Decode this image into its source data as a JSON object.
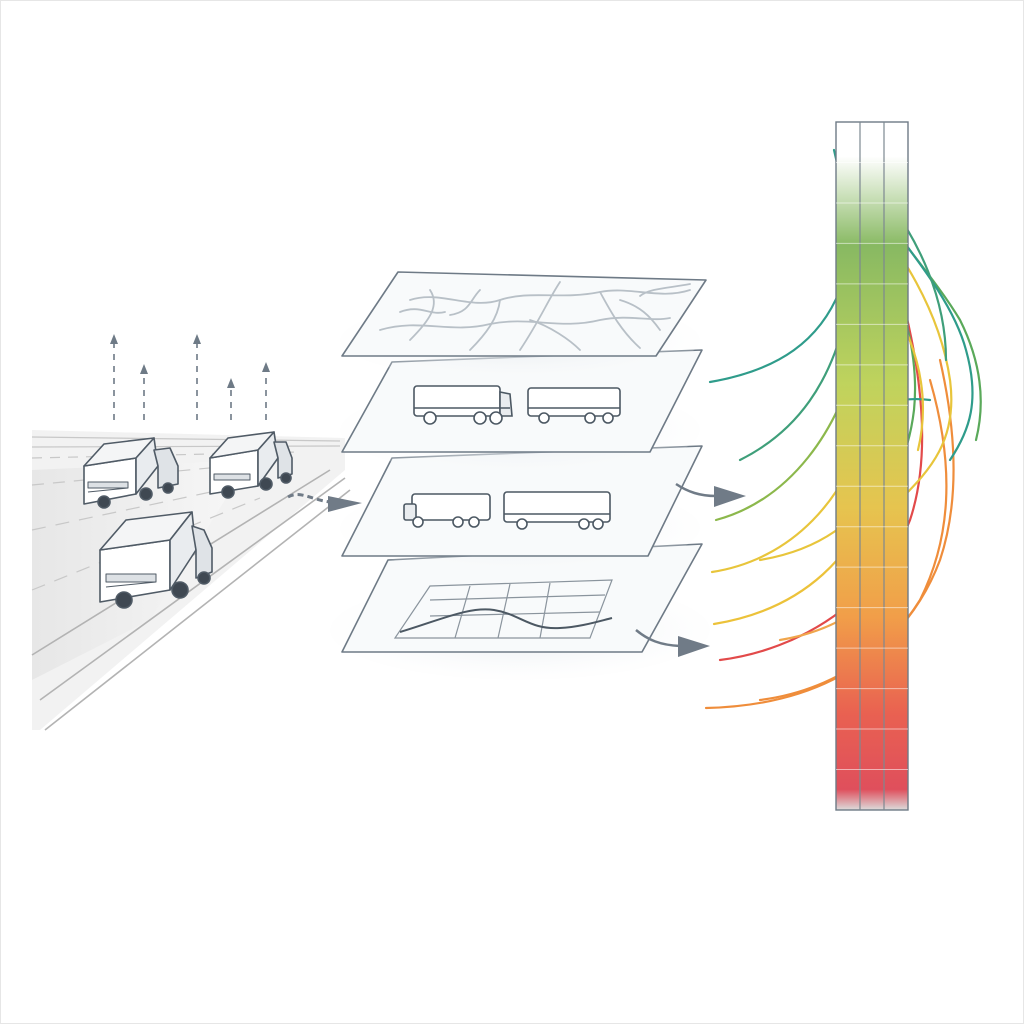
{
  "colors": {
    "background": "#ffffff",
    "line": "#5f6b77",
    "arrow": "#707b87",
    "road": "#ececec",
    "plane": "#f7f9fa",
    "plane_shadow": "#e3e8ec",
    "heat_top": "#6aae66",
    "heat_mid": "#e6c44f",
    "heat_bottom": "#df4f5c",
    "strand_teal": "#2f9c8b",
    "strand_green": "#5aa95a",
    "strand_yellow": "#e8c53b",
    "strand_orange": "#ef8d3b",
    "strand_red": "#e24a4a"
  },
  "icons": {
    "truck": "truck-icon",
    "arrow": "arrow-right-icon",
    "uplink": "uplink-arrow-icon"
  },
  "layers": [
    {
      "name": "road-network-layer"
    },
    {
      "name": "vehicle-layer-a"
    },
    {
      "name": "vehicle-layer-b"
    },
    {
      "name": "time-series-layer"
    }
  ],
  "heatmap": {
    "rows": 17,
    "columns": 3,
    "gradient": [
      "#6aae66",
      "#b8d25f",
      "#e6c44f",
      "#f0a64c",
      "#e56352",
      "#df4f5c"
    ]
  },
  "strands": {
    "count": 20
  }
}
